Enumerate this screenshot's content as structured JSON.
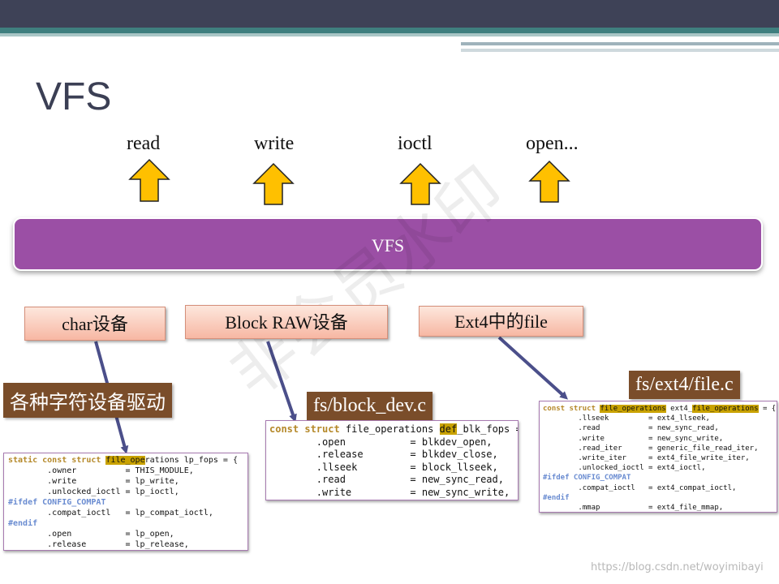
{
  "title": "VFS",
  "operations": [
    "read",
    "write",
    "ioctl",
    "open..."
  ],
  "vfs_bar": "VFS",
  "drivers": [
    "char设备",
    "Block RAW设备",
    "Ext4中的file"
  ],
  "labels": {
    "char_drivers": "各种字符设备驱动",
    "block_dev": "fs/block_dev.c",
    "ext4_file": "fs/ext4/file.c"
  },
  "code_char": [
    "static const struct file_operations lp_fops = {",
    "        .owner          = THIS_MODULE,",
    "        .write          = lp_write,",
    "        .unlocked_ioctl = lp_ioctl,",
    "#ifdef CONFIG_COMPAT",
    "        .compat_ioctl   = lp_compat_ioctl,",
    "#endif",
    "        .open           = lp_open,",
    "        .release        = lp_release,"
  ],
  "code_block": [
    "const struct file_operations def_blk_fops = {",
    "        .open           = blkdev_open,",
    "        .release        = blkdev_close,",
    "        .llseek         = block_llseek,",
    "        .read           = new_sync_read,",
    "        .write          = new_sync_write,"
  ],
  "code_ext4": [
    "const struct file_operations ext4_file_operations = {",
    "        .llseek         = ext4_llseek,",
    "        .read           = new_sync_read,",
    "        .write          = new_sync_write,",
    "        .read_iter      = generic_file_read_iter,",
    "        .write_iter     = ext4_file_write_iter,",
    "        .unlocked_ioctl = ext4_ioctl,",
    "#ifdef CONFIG_COMPAT",
    "        .compat_ioctl   = ext4_compat_ioctl,",
    "#endif",
    "        .mmap           = ext4_file_mmap,"
  ],
  "watermark": "非会员水印",
  "credit": "https://blog.csdn.net/woyimibayi",
  "colors": {
    "vfs_bar": "#9b4fa5",
    "arrow_fill": "#ffc000",
    "pointer_arrow": "#4b4f8a",
    "label_bg": "#7a4d2a"
  }
}
